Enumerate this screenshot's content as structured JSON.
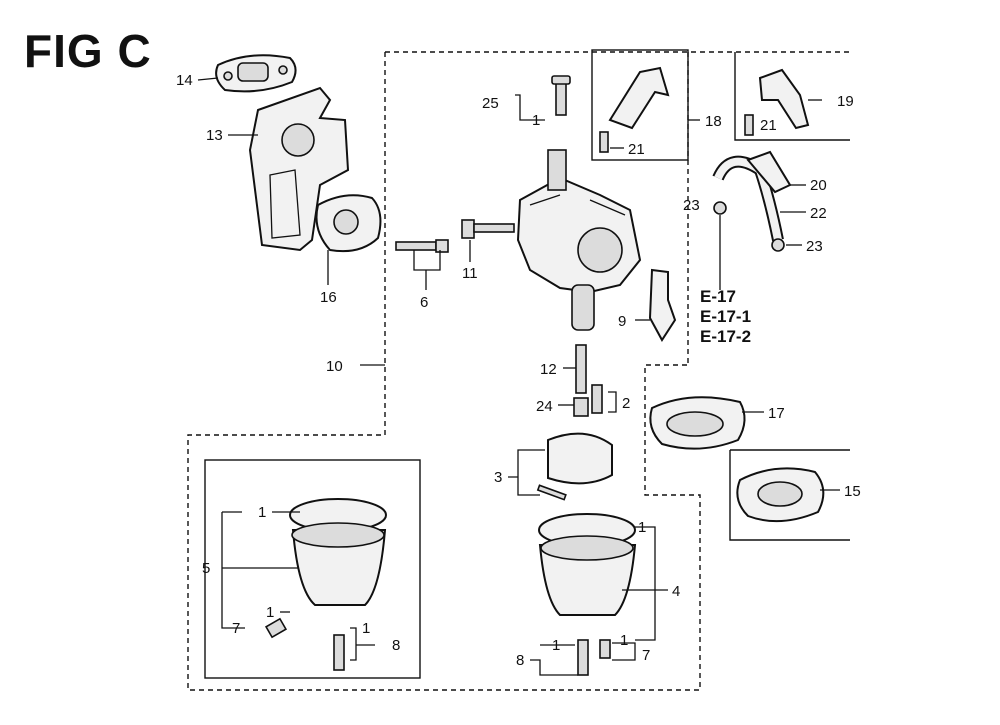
{
  "title": "FIG C",
  "refs": [
    "E-17",
    "E-17-1",
    "E-17-2"
  ],
  "labels": {
    "p14": "14",
    "p13": "13",
    "p16": "16",
    "p25": "25",
    "p25_sub": "1",
    "p18": "18",
    "p21a": "21",
    "p19": "19",
    "p21b": "21",
    "p20": "20",
    "p22": "22",
    "p23a": "23",
    "p23b": "23",
    "p6": "6",
    "p11": "11",
    "p9": "9",
    "p10": "10",
    "p12": "12",
    "p24": "24",
    "p2": "2",
    "p17": "17",
    "p15": "15",
    "p3": "3",
    "left_1": "1",
    "left_5": "5",
    "left_7": "7",
    "left_7_1": "1",
    "left_8": "8",
    "left_8_1": "1",
    "right_1": "1",
    "right_4": "4",
    "right_8": "8",
    "right_8_1": "1",
    "right_7": "7",
    "right_7_1": "1"
  }
}
